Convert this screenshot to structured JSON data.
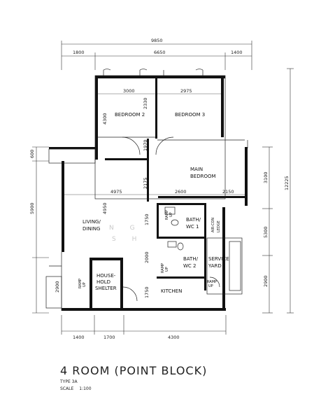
{
  "dimensions": {
    "top_total": "9850",
    "top": [
      "1800",
      "6650",
      "1400"
    ],
    "bedroom_widths": [
      "3000",
      "2975"
    ],
    "mid": [
      "4975",
      "2600",
      "2150"
    ],
    "bottom": [
      "1400",
      "1700",
      "4300"
    ],
    "right_total": "12225",
    "right": [
      "3100",
      "5300",
      "2900"
    ],
    "left": [
      "600",
      "5900",
      "2900"
    ],
    "interior": {
      "bed2_h": "4300",
      "bed_h": "2330",
      "corr_h": "1970",
      "corr2": "2175",
      "living": "4950",
      "bath1": "1750",
      "bath2": "2000",
      "kitchen": "1750"
    }
  },
  "rooms": {
    "bedroom2": "BEDROOM 2",
    "bedroom3": "BEDROOM 3",
    "main_bedroom": [
      "MAIN",
      "BEDROOM"
    ],
    "living": [
      "LIVING/",
      "DINING"
    ],
    "bath1": [
      "BATH/",
      "WC 1"
    ],
    "bath2": [
      "BATH/",
      "WC 2"
    ],
    "service_yard": [
      "SERVICE",
      "YARD"
    ],
    "air_con": [
      "AIR-CON",
      "LEDGE"
    ],
    "household": [
      "HOUSE-",
      "HOLD",
      "SHELTER"
    ],
    "kitchen": "KITCHEN",
    "ramp": [
      "RAMP",
      "UP"
    ]
  },
  "watermark": [
    "N G",
    "S H"
  ],
  "title": "4 ROOM (POINT BLOCK)",
  "type": "TYPE 3A",
  "scale_label": "SCALE",
  "scale_value": "1:100"
}
